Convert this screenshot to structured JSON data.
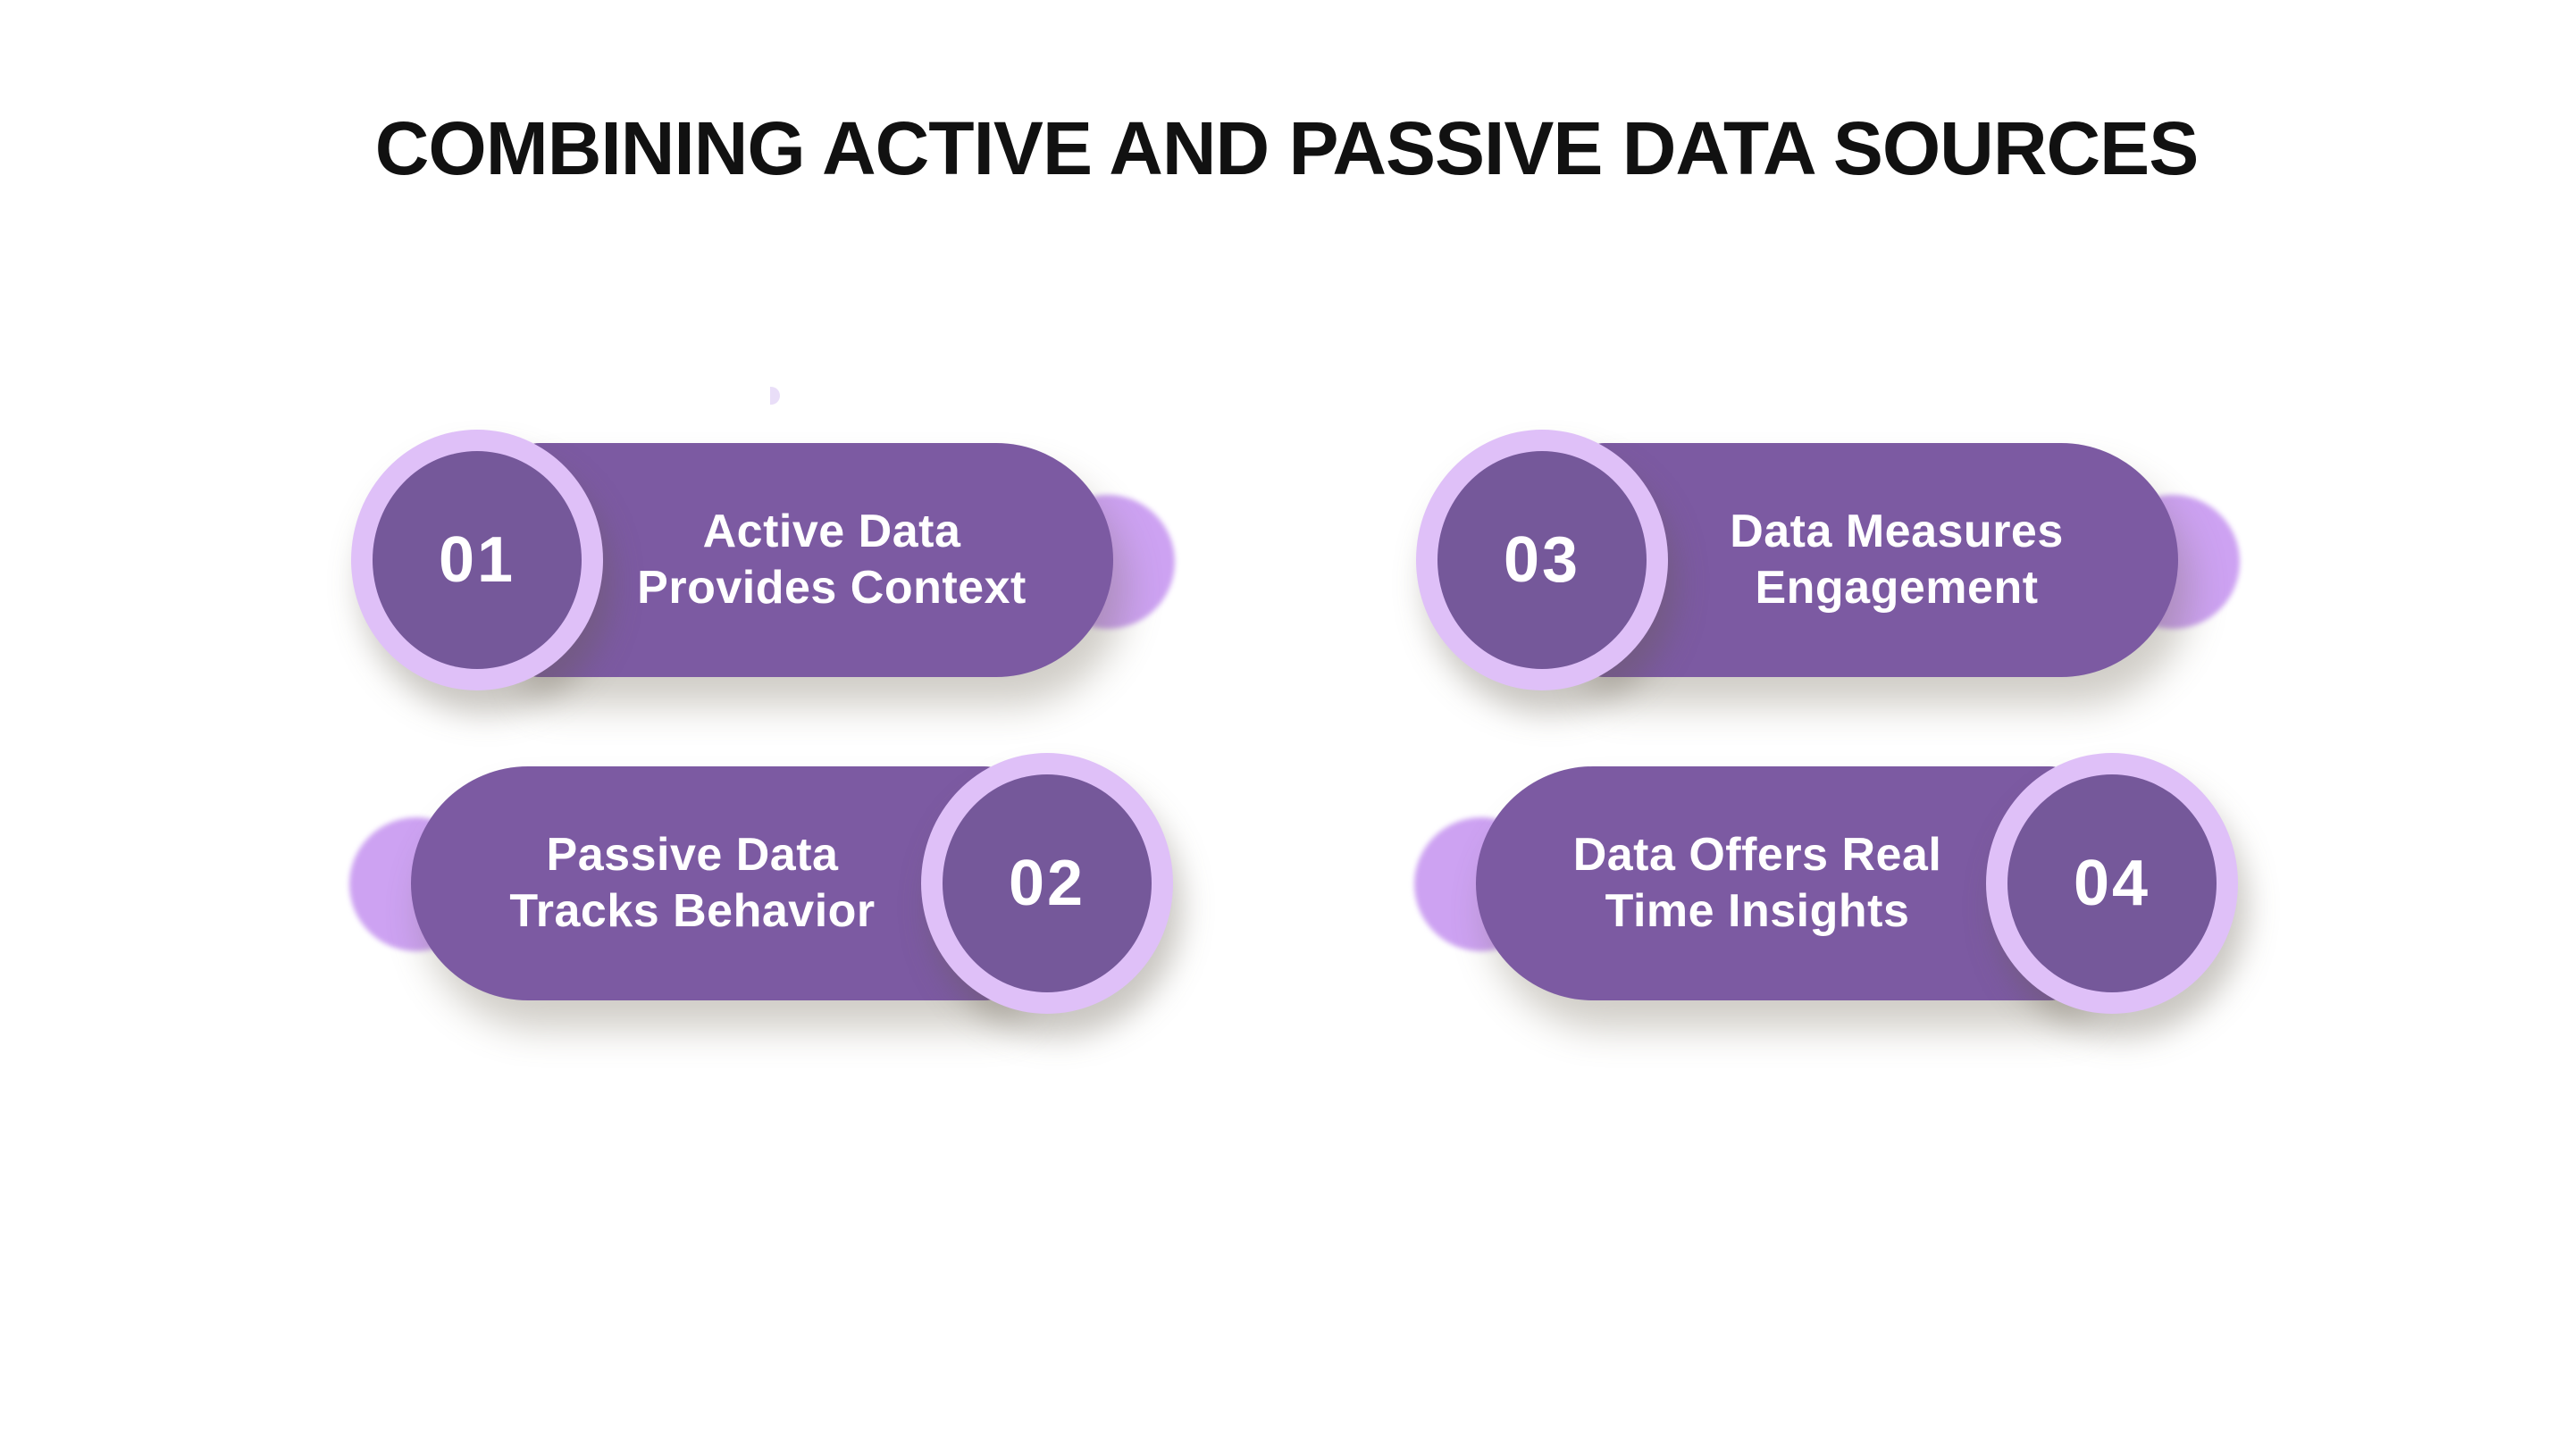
{
  "title": "COMBINING ACTIVE AND PASSIVE DATA SOURCES",
  "colors": {
    "pill_purple": "#7C5AA2",
    "circle_fill_purple": "#75589A",
    "ring_lavender": "#DFC0F8",
    "bump_lavender": "#CDA2F2",
    "dot_lavender": "#E9DEF8",
    "title_text": "#111111",
    "pill_text": "#FFFFFF",
    "background": "#FFFFFF"
  },
  "items": [
    {
      "number": "01",
      "line1": "Active Data",
      "line2": "Provides Context",
      "circle_side": "left"
    },
    {
      "number": "02",
      "line1": "Passive Data",
      "line2": "Tracks Behavior",
      "circle_side": "right"
    },
    {
      "number": "03",
      "line1": "Data Measures",
      "line2": "Engagement",
      "circle_side": "left"
    },
    {
      "number": "04",
      "line1": "Data Offers Real",
      "line2": "Time Insights",
      "circle_side": "right"
    }
  ]
}
